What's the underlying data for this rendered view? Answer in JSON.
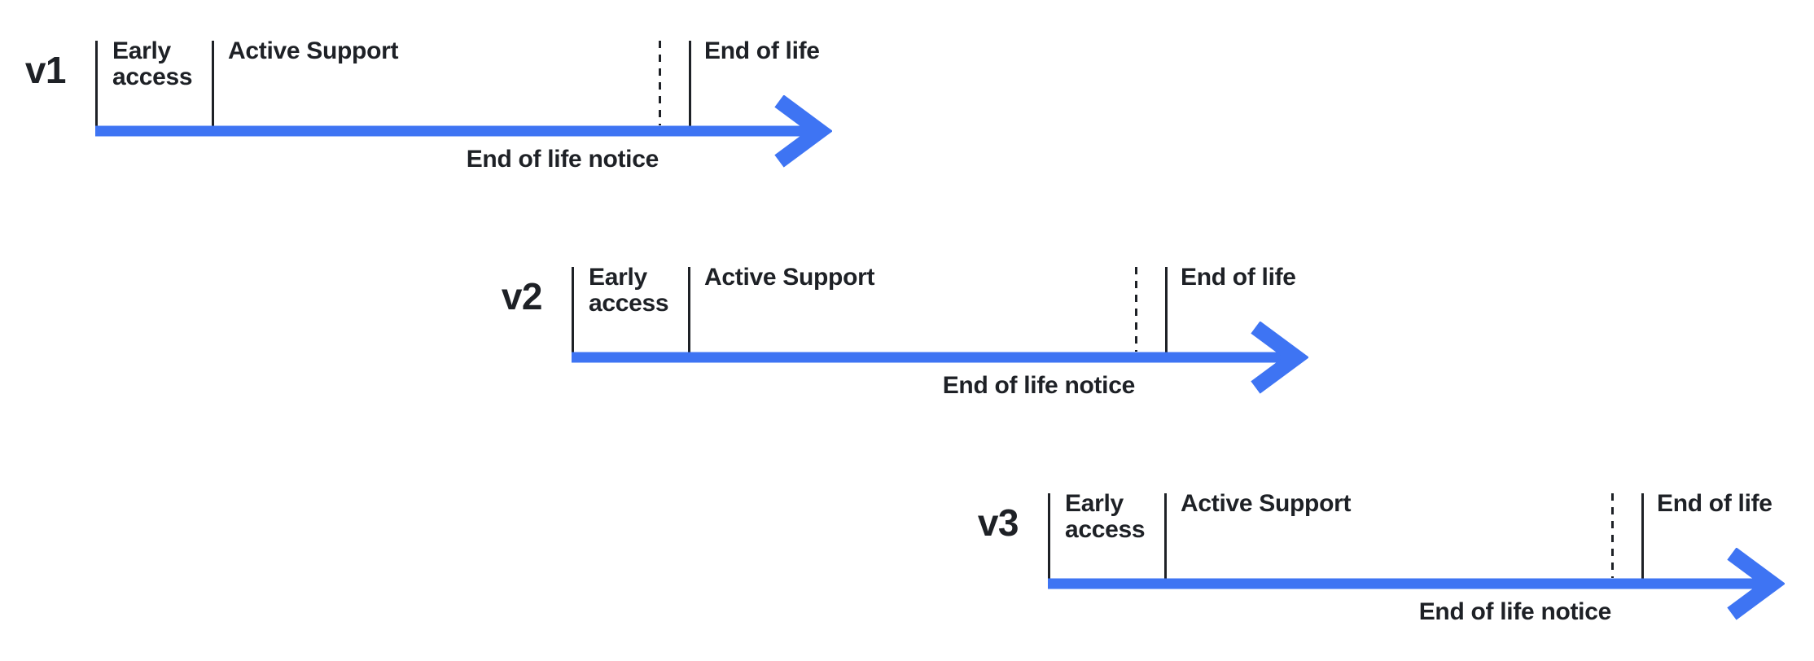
{
  "colors": {
    "accent": "#3e74f3",
    "ink": "#1e2126",
    "background": "#ffffff"
  },
  "timelines": [
    {
      "version": "v1",
      "early_access": "Early access",
      "active_support": "Active Support",
      "end_of_life": "End of life",
      "end_of_life_notice": "End of life notice"
    },
    {
      "version": "v2",
      "early_access": "Early access",
      "active_support": "Active Support",
      "end_of_life": "End of life",
      "end_of_life_notice": "End of life notice"
    },
    {
      "version": "v3",
      "early_access": "Early access",
      "active_support": "Active Support",
      "end_of_life": "End of life",
      "end_of_life_notice": "End of life notice"
    }
  ]
}
